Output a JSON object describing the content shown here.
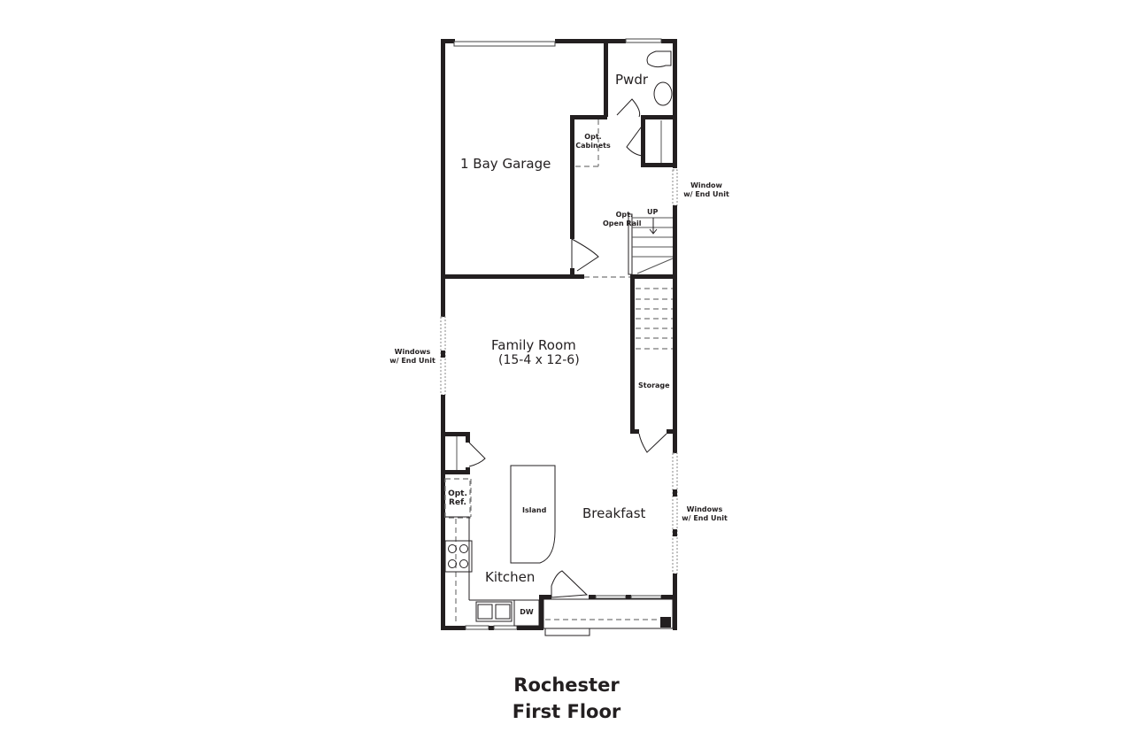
{
  "plan": {
    "name": "Rochester",
    "floor": "First Floor"
  },
  "rooms": {
    "garage": "1 Bay Garage",
    "powder": "Pwdr",
    "family_room": "Family Room",
    "family_room_dims": "(15-4 x 12-6)",
    "breakfast": "Breakfast",
    "kitchen": "Kitchen",
    "storage": "Storage",
    "island": "Island"
  },
  "annotations": {
    "opt_cabinets_1": "Opt.",
    "opt_cabinets_2": "Cabinets",
    "opt_open_rail_1": "Opt.",
    "opt_open_rail_2": "Open Rail",
    "stairs_up": "UP",
    "opt_ref_1": "Opt.",
    "opt_ref_2": "Ref.",
    "dishwasher": "DW",
    "window_right_upper_1": "Window",
    "window_right_upper_2": "w/ End Unit",
    "windows_left_1": "Windows",
    "windows_left_2": "w/ End Unit",
    "windows_right_lower_1": "Windows",
    "windows_right_lower_2": "w/ End Unit"
  }
}
